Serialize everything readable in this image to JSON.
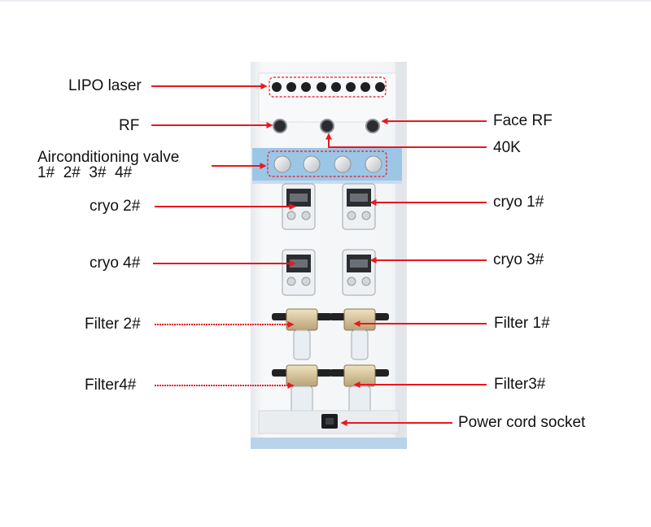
{
  "labels": {
    "lipo_laser": "LIPO laser",
    "rf": "RF",
    "face_rf": "Face RF",
    "k40": "40K",
    "aircon_valve": "Airconditioning valve",
    "aircon_numbers": "1#  2#  3#  4#",
    "cryo2": "cryo 2#",
    "cryo1": "cryo 1#",
    "cryo4": "cryo 4#",
    "cryo3": "cryo 3#",
    "filter2": "Filter 2#",
    "filter1": "Filter 1#",
    "filter4": "Filter4#",
    "filter3": "Filter3#",
    "power_socket": "Power cord socket"
  },
  "colors": {
    "arrow": "#e8181f",
    "panel": "#f2f4f6",
    "blue_strip": "#9cc6e6",
    "text": "#111111"
  }
}
